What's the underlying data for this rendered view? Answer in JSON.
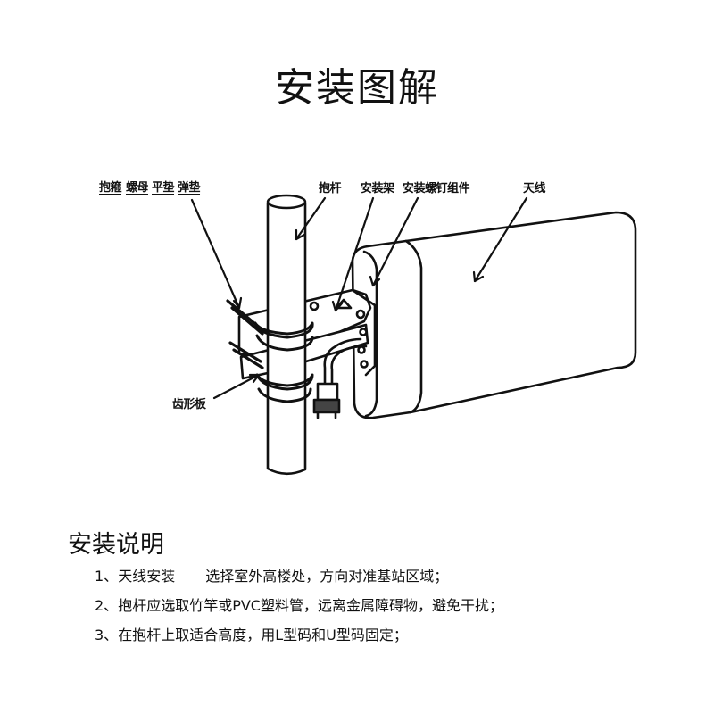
{
  "title": "安装图解",
  "labels": {
    "hoop": "抱箍",
    "nut": "螺母",
    "flat_washer": "平垫",
    "spring_washer": "弹垫",
    "pole": "抱杆",
    "bracket": "安装架",
    "screw_kit": "安装螺钉组件",
    "antenna": "天线",
    "tooth_plate": "齿形板"
  },
  "instructions": {
    "title": "安装说明",
    "steps": [
      {
        "num": "1、",
        "head": "天线安装",
        "text": "选择室外高楼处，方向对准基站区域；"
      },
      {
        "num": "2、",
        "head": "",
        "text": "抱杆应选取竹竿或PVC塑料管，远离金属障碍物，避免干扰；"
      },
      {
        "num": "3、",
        "head": "",
        "text": "在抱杆上取适合高度，用L型码和U型码固定；"
      }
    ]
  }
}
